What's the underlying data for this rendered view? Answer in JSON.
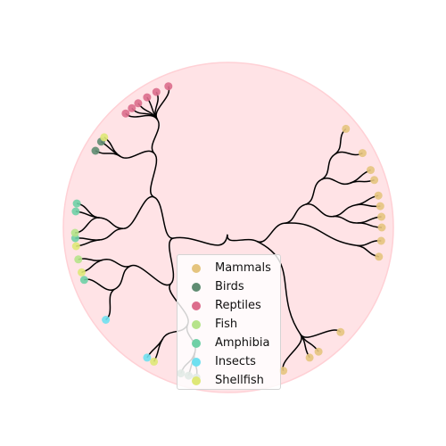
{
  "chart_data": {
    "type": "circular-dendrogram",
    "legend": {
      "placement": "lower center",
      "entries": [
        {
          "name": "Mammals",
          "color": "#e5c47e"
        },
        {
          "name": "Birds",
          "color": "#5f8c72"
        },
        {
          "name": "Reptiles",
          "color": "#dc6d8c"
        },
        {
          "name": "Fish",
          "color": "#b6e38a"
        },
        {
          "name": "Amphibia",
          "color": "#6fd0a6"
        },
        {
          "name": "Insects",
          "color": "#6fe0f0"
        },
        {
          "name": "Shellfish",
          "color": "#dfe877"
        }
      ]
    },
    "background_color": "#ffe3e6",
    "leaves": [
      {
        "angle": -40,
        "class": "Mammals"
      },
      {
        "angle": -29,
        "class": "Mammals"
      },
      {
        "angle": -22,
        "class": "Mammals"
      },
      {
        "angle": -18,
        "class": "Mammals"
      },
      {
        "angle": -12,
        "class": "Mammals"
      },
      {
        "angle": -8,
        "class": "Mammals"
      },
      {
        "angle": -4,
        "class": "Mammals"
      },
      {
        "angle": 0,
        "class": "Mammals"
      },
      {
        "angle": 5,
        "class": "Mammals"
      },
      {
        "angle": 11,
        "class": "Mammals"
      },
      {
        "angle": 43,
        "class": "Mammals"
      },
      {
        "angle": 54,
        "class": "Mammals"
      },
      {
        "angle": 58,
        "class": "Mammals"
      },
      {
        "angle": 69,
        "class": "Mammals"
      },
      {
        "angle": 102,
        "class": "Birds"
      },
      {
        "angle": 105,
        "class": "Birds"
      },
      {
        "angle": 108,
        "class": "Birds"
      },
      {
        "angle": 119,
        "class": "Shellfish"
      },
      {
        "angle": 122,
        "class": "Insects"
      },
      {
        "angle": 143,
        "class": "Insects"
      },
      {
        "angle": 160,
        "class": "Amphibia"
      },
      {
        "angle": 163,
        "class": "Shellfish"
      },
      {
        "angle": 168,
        "class": "Fish"
      },
      {
        "angle": 173,
        "class": "Shellfish"
      },
      {
        "angle": 176,
        "class": "Amphibia"
      },
      {
        "angle": 178,
        "class": "Fish"
      },
      {
        "angle": 186,
        "class": "Amphibia"
      },
      {
        "angle": 189,
        "class": "Amphibia"
      },
      {
        "angle": 210,
        "class": "Birds"
      },
      {
        "angle": 214,
        "class": "Birds"
      },
      {
        "angle": 216,
        "class": "Shellfish"
      },
      {
        "angle": 228,
        "class": "Reptiles"
      },
      {
        "angle": 231,
        "class": "Reptiles"
      },
      {
        "angle": 234,
        "class": "Reptiles"
      },
      {
        "angle": 238,
        "class": "Reptiles"
      },
      {
        "angle": 242,
        "class": "Reptiles"
      },
      {
        "angle": 247,
        "class": "Reptiles"
      }
    ],
    "tree": [
      [
        [
          [
            [
              [
                [
                  0
                ],
                [
                  1
                ]
              ],
              [
                [
                  2
                ],
                [
                  3
                ]
              ]
            ],
            [
              [
                [
                  4
                ],
                [
                  5
                ]
              ],
              [
                [
                  6
                ],
                [
                  7
                ]
              ]
            ]
          ],
          [
            [
              8
            ],
            [
              9
            ]
          ]
        ],
        [
          [
            10
          ],
          [
            11
          ],
          [
            12
          ],
          [
            13
          ]
        ]
      ],
      [
        [
          [
            [
              [
                14
              ],
              [
                15
              ],
              [
                16
              ]
            ],
            [
              [
                17
              ],
              [
                18
              ]
            ]
          ],
          [
            [
              [
                19
              ],
              [
                20
              ]
            ],
            [
              [
                21
              ],
              [
                22
              ]
            ]
          ]
        ],
        [
          [
            [
              [
                23
              ],
              [
                24
              ]
            ],
            [
              [
                25
              ],
              [
                26
              ],
              [
                27
              ]
            ]
          ],
          [
            [
              [
                28
              ],
              [
                29
              ],
              [
                30
              ]
            ],
            [
              [
                31
              ],
              [
                32
              ],
              [
                33
              ],
              [
                34
              ],
              [
                35
              ],
              [
                36
              ]
            ]
          ]
        ]
      ]
    ]
  }
}
